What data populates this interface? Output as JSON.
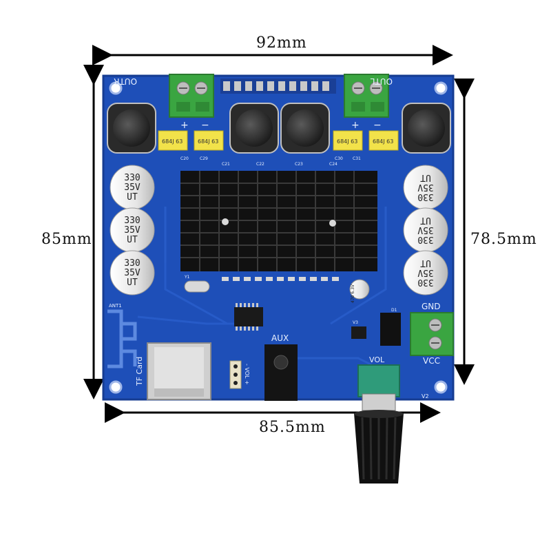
{
  "dimensions": {
    "top_width": "92mm",
    "left_height": "85mm",
    "right_height": "78.5mm",
    "bottom_width": "85.5mm"
  },
  "board": {
    "out_right": "OUTR",
    "out_left": "OUTL",
    "plus": "+",
    "minus": "−",
    "film_cap_label": "684J 63",
    "cap_330_a": "330",
    "cap_330_b": "35V",
    "cap_330_c": "UT",
    "cap_470": "470 6.3V",
    "gnd": "GND",
    "vcc": "VCC",
    "aux": "AUX",
    "vol": "VOL",
    "tf_card": "TF Card",
    "ant": "ANT1",
    "v2": "V2",
    "vol_minus_plus": "- VOL +",
    "ref_c20": "C20",
    "ref_c29": "C29",
    "ref_c30": "C30",
    "ref_c31": "C31",
    "ref_c21": "C21",
    "ref_c22": "C22",
    "ref_c23": "C23",
    "ref_c24": "C24",
    "ref_y1": "Y1",
    "ref_v3": "V3",
    "ref_d1": "D1"
  },
  "colors": {
    "pcb": "#1e4fb8",
    "pcb_dark": "#163c92",
    "terminal": "#3aa541",
    "heatsink": "#111111",
    "film_cap": "#f2e24a"
  }
}
